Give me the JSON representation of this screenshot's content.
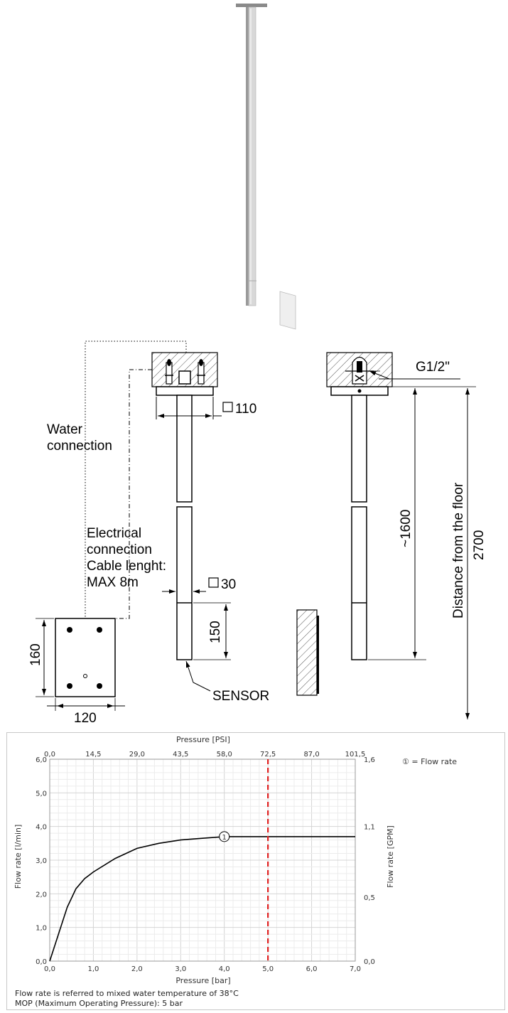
{
  "drawing": {
    "water_connection_1": "Water",
    "water_connection_2": "connection",
    "electrical_1": "Electrical",
    "electrical_2": "connection",
    "electrical_3": "Cable lenght:",
    "electrical_4": "MAX 8m",
    "square_110": "110",
    "square_30": "30",
    "dim_160": "160",
    "dim_120": "120",
    "dim_150": "150",
    "sensor": "SENSOR",
    "thread": "G1/2\"",
    "dim_1600": "~1600",
    "floor_distance_1": "Distance from the floor",
    "floor_distance_2": "2700"
  },
  "chart_notes": {
    "line1": "Flow rate is referred to mixed water temperature of 38°C",
    "line2": "MOP (Maximum Operating Pressure): 5 bar"
  },
  "chart_data": {
    "type": "line",
    "xlabel": "Pressure [bar]",
    "x2label": "Pressure [PSI]",
    "ylabel": "Flow rate [l/min]",
    "y2label": "Flow rate [GPM]",
    "xlim": [
      0,
      7
    ],
    "ylim": [
      0,
      6
    ],
    "x_ticks": [
      "0,0",
      "1,0",
      "2,0",
      "3,0",
      "4,0",
      "5,0",
      "6,0",
      "7,0"
    ],
    "x2_ticks": [
      "0,0",
      "14,5",
      "29,0",
      "43,5",
      "58,0",
      "72,5",
      "87,0",
      "101,5"
    ],
    "y_ticks": [
      "0,0",
      "1,0",
      "2,0",
      "3,0",
      "4,0",
      "5,0",
      "6,0"
    ],
    "y2_ticks": [
      {
        "value": 0,
        "label": "0,0"
      },
      {
        "value": 1.9,
        "label": "0,5"
      },
      {
        "value": 4.0,
        "label": "1,1"
      },
      {
        "value": 6.0,
        "label": "1,6"
      }
    ],
    "grid": true,
    "series": [
      {
        "marker_label": "1",
        "x": [
          0,
          0.2,
          0.4,
          0.6,
          0.8,
          1.0,
          1.5,
          2.0,
          2.5,
          3.0,
          3.5,
          4.0,
          4.5,
          5.0,
          6.0,
          7.0
        ],
        "values": [
          0,
          0.8,
          1.6,
          2.15,
          2.45,
          2.65,
          3.05,
          3.35,
          3.5,
          3.6,
          3.65,
          3.7,
          3.7,
          3.7,
          3.7,
          3.7
        ]
      }
    ],
    "marker_x": 4.0,
    "legend": "① = Flow rate",
    "legend_position": "top-right",
    "mop_line_x": 5.0,
    "colors": {
      "curve": "#000000",
      "mop": "#e02020",
      "grid": "#dddddd"
    }
  }
}
